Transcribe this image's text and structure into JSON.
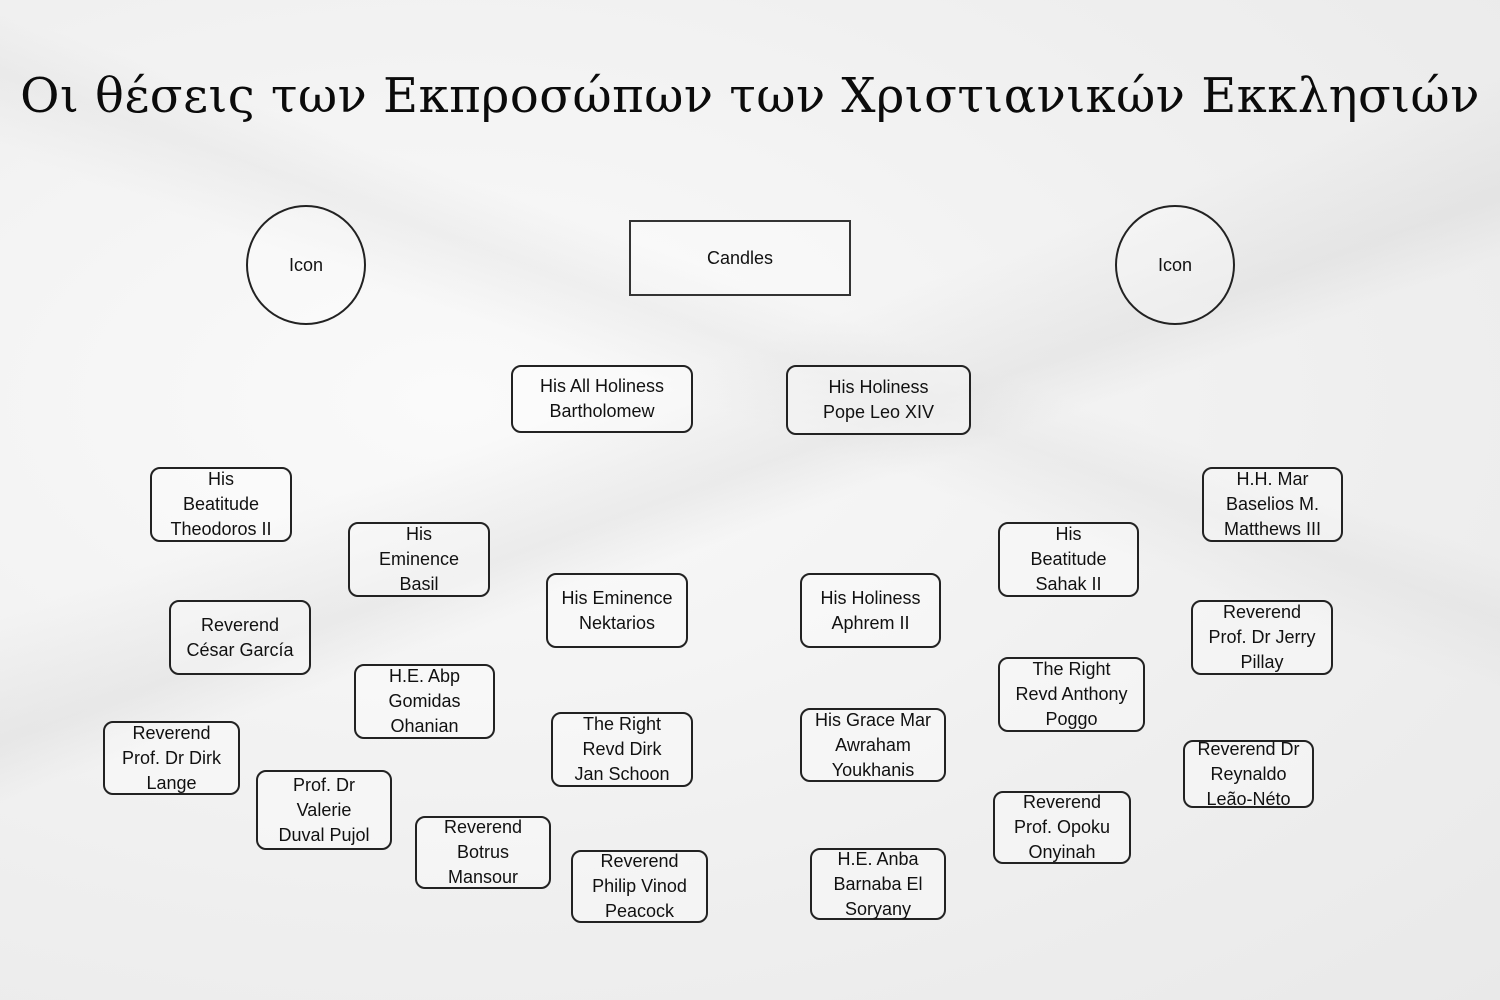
{
  "title": "Οι θέσεις των Εκπροσώπων των Χριστιανικών Εκκλησιών",
  "fixtures": {
    "icon_left": "Icon",
    "candles": "Candles",
    "icon_right": "Icon"
  },
  "seats": [
    {
      "lines": [
        "His All Holiness",
        "Bartholomew"
      ]
    },
    {
      "lines": [
        "His Holiness",
        "Pope Leo XIV"
      ]
    },
    {
      "lines": [
        "His",
        "Beatitude",
        "Theodoros II"
      ]
    },
    {
      "lines": [
        "His",
        "Eminence",
        "Basil"
      ]
    },
    {
      "lines": [
        "His Eminence",
        "Nektarios"
      ]
    },
    {
      "lines": [
        "His Holiness",
        "Aphrem II"
      ]
    },
    {
      "lines": [
        "His",
        "Beatitude",
        "Sahak II"
      ]
    },
    {
      "lines": [
        "H.H. Mar",
        "Baselios M.",
        "Matthews III"
      ]
    },
    {
      "lines": [
        "Reverend",
        "César García"
      ]
    },
    {
      "lines": [
        "H.E. Abp",
        "Gomidas",
        "Ohanian"
      ]
    },
    {
      "lines": [
        "The Right",
        "Revd Dirk",
        "Jan Schoon"
      ]
    },
    {
      "lines": [
        "His Grace Mar",
        "Awraham",
        "Youkhanis"
      ]
    },
    {
      "lines": [
        "The Right",
        "Revd Anthony",
        "Poggo"
      ]
    },
    {
      "lines": [
        "Reverend",
        "Prof. Dr Jerry",
        "Pillay"
      ]
    },
    {
      "lines": [
        "Reverend",
        "Prof. Dr Dirk",
        "Lange"
      ]
    },
    {
      "lines": [
        "Prof. Dr",
        "Valerie",
        "Duval Pujol"
      ]
    },
    {
      "lines": [
        "Reverend",
        "Botrus",
        "Mansour"
      ]
    },
    {
      "lines": [
        "Reverend",
        "Philip Vinod",
        "Peacock"
      ]
    },
    {
      "lines": [
        "H.E. Anba",
        "Barnaba El",
        "Soryany"
      ]
    },
    {
      "lines": [
        "Reverend",
        "Prof. Opoku",
        "Onyinah"
      ]
    },
    {
      "lines": [
        "Reverend Dr",
        "Reynaldo",
        "Leão-Néto"
      ]
    }
  ]
}
